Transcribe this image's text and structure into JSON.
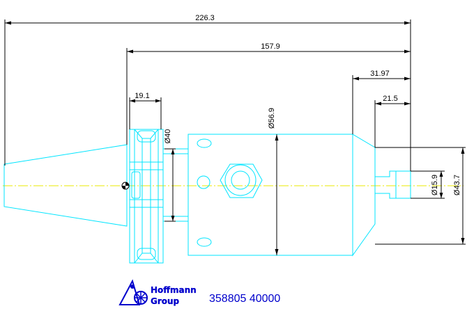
{
  "colors": {
    "outline": "#00e5ff",
    "dimension": "#000000",
    "centerline": "#e8e800",
    "brand": "#0000cc"
  },
  "dimensions": {
    "total_length": "226.3",
    "body_length": "157.9",
    "tip_length": "31.97",
    "shank_length": "21.5",
    "flange_width": "19.1",
    "body_diameter": "Ø56.9",
    "flange_diameter": "Ø40",
    "shank_diameter": "Ø15.9",
    "nose_diameter": "Ø43.7"
  },
  "logo": {
    "icon": "hoffmann-group-logo",
    "line1": "Hoffmann",
    "line2": "Group"
  },
  "part_number": "358805 40000"
}
